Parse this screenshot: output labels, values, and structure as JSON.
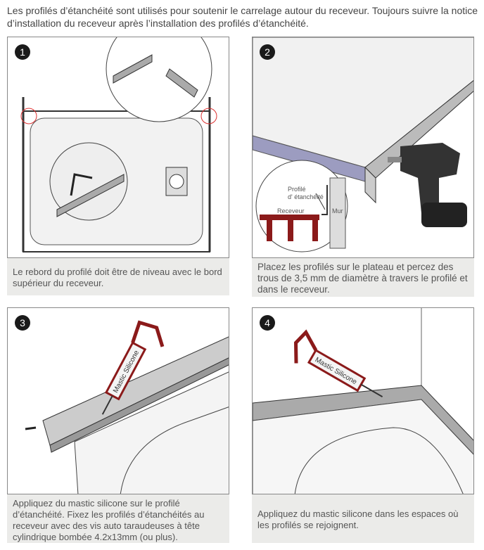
{
  "intro": "Les profilés d’étanchéité sont utilisés pour soutenir le carrelage autour du receveur. Toujours suivre la notice d’installation du receveur après l’installation des profilés d’étanchéité.",
  "steps": [
    {
      "number": "1",
      "caption": "Le rebord du profilé doit être de niveau avec le bord supérieur du receveur."
    },
    {
      "number": "2",
      "caption": "Placez les profilés sur le plateau et  percez des trous de 3,5 mm de diamètre à travers le profilé et dans le receveur.",
      "labels": {
        "profile": "Profilé",
        "profile2": "d' étanchéité",
        "receveur": "Receveur",
        "mur": "Mur"
      }
    },
    {
      "number": "3",
      "caption": "Appliquez du mastic silicone sur le profilé d’étanchéité. Fixez les profilés d’étanchéités au receveur avec des vis auto taraudeuses à tête cylindrique bombée 4.2x13mm (ou plus).",
      "tube_label": "Mastic Silicone"
    },
    {
      "number": "4",
      "caption": "Appliquez du mastic silicone dans les espaces où les profilés se rejoignent.",
      "tube_label": "Mastic Silicone"
    }
  ],
  "colors": {
    "caption_bg": "#ebebe9",
    "accent_red": "#8b1a1a",
    "tray_side": "#9c9cc0"
  }
}
